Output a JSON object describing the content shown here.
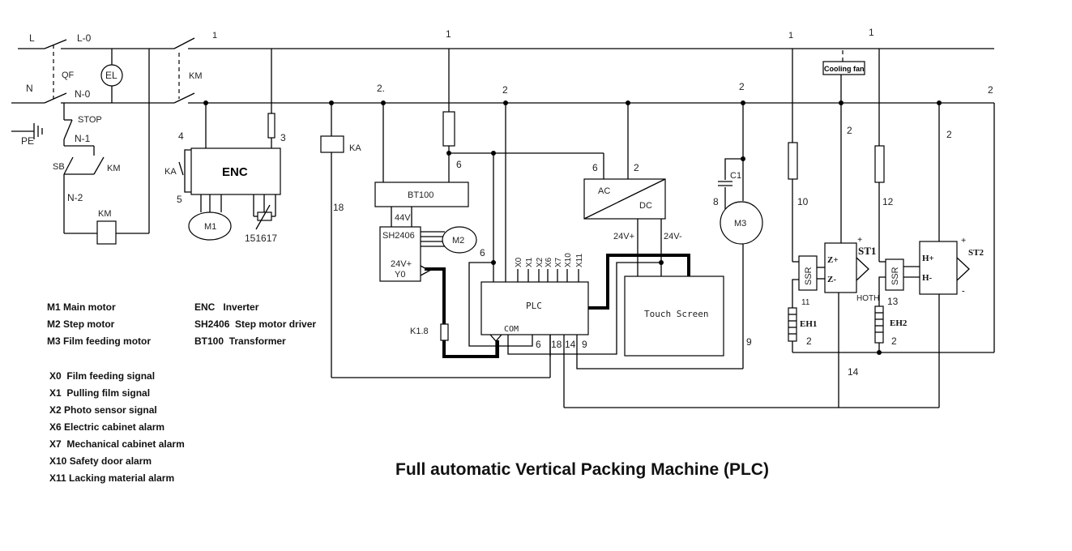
{
  "title": "Full automatic Vertical Packing Machine (PLC)",
  "power": {
    "line_label": "L",
    "line_out": "L-0",
    "neutral_label": "N",
    "neutral_out": "N-0",
    "breaker": "QF",
    "lamp": "EL",
    "ground": "PE",
    "contactor": "KM",
    "bus1_labels": [
      "1",
      "1",
      "1",
      "1"
    ],
    "bus2_labels": [
      "2.",
      "2",
      "2",
      "2"
    ]
  },
  "control_circuit": {
    "stop": "STOP",
    "n1": "N-1",
    "sb": "SB",
    "km_contact": "KM",
    "n2": "N-2",
    "km_coil": "KM"
  },
  "inverter_section": {
    "enc": "ENC",
    "ka_contact": "KA",
    "wire4": "4",
    "wire5": "5",
    "wire3": "3",
    "motor": "M1",
    "pot_wires": "151617"
  },
  "relay": {
    "coil": "KA",
    "wire": "18"
  },
  "transformer": {
    "name": "BT100",
    "wire6": "6",
    "out_voltage": "44V"
  },
  "step_driver": {
    "name": "SH2406",
    "io_top": "24V+",
    "io_bottom": "Y0",
    "motor": "M2",
    "resistor": "K1.8"
  },
  "power_supply": {
    "ac": "AC",
    "dc": "DC",
    "in6": "6",
    "in2": "2",
    "out_pos": "24V+",
    "out_neg": "24V-"
  },
  "plc": {
    "name": "PLC",
    "com": "COM",
    "inputs": [
      "X0",
      "X1",
      "X2",
      "X6",
      "X7",
      "X10",
      "X11"
    ],
    "bottom_wires": [
      "6",
      "18",
      "14",
      "9"
    ],
    "wire6_top": "6"
  },
  "touch_screen": {
    "name": "Touch Screen"
  },
  "film_motor": {
    "motor": "M3",
    "cap": "C1",
    "wire8": "8",
    "wire9": "9"
  },
  "heaters": {
    "cooling_fan": "Cooling fan",
    "fuse1_wire": "10",
    "fuse2_wire": "12",
    "ssr": "SSR",
    "ssr_out1": "11",
    "ssr_out2": "13",
    "heater1": "EH1",
    "heater2": "EH2",
    "heater_wire": "2",
    "tc1": "ST1",
    "tc2": "ST2",
    "t1_pos": "Z+",
    "t1_neg": "Z-",
    "t2_pos": "H+",
    "t2_neg": "H-",
    "hoth": "HOTH",
    "wire14": "14",
    "wire2a": "2",
    "wire2b": "2",
    "plus": "+",
    "minus": "-"
  },
  "legend_components": [
    {
      "code": "M1",
      "desc": "Main motor"
    },
    {
      "code": "M2",
      "desc": "Step motor"
    },
    {
      "code": "M3",
      "desc": "Film feeding motor"
    }
  ],
  "legend_devices": [
    {
      "code": "ENC",
      "desc": "Inverter"
    },
    {
      "code": "SH2406",
      "desc": "Step motor driver"
    },
    {
      "code": "BT100",
      "desc": "Transformer"
    }
  ],
  "legend_inputs": [
    {
      "code": "X0",
      "desc": "Film feeding signal"
    },
    {
      "code": "X1",
      "desc": "Pulling film signal"
    },
    {
      "code": "X2",
      "desc": "Photo sensor signal"
    },
    {
      "code": "X6",
      "desc": "Electric cabinet alarm"
    },
    {
      "code": "X7",
      "desc": "Mechanical cabinet alarm"
    },
    {
      "code": "X10",
      "desc": "Safety door alarm"
    },
    {
      "code": "X11",
      "desc": "Lacking material alarm"
    }
  ]
}
